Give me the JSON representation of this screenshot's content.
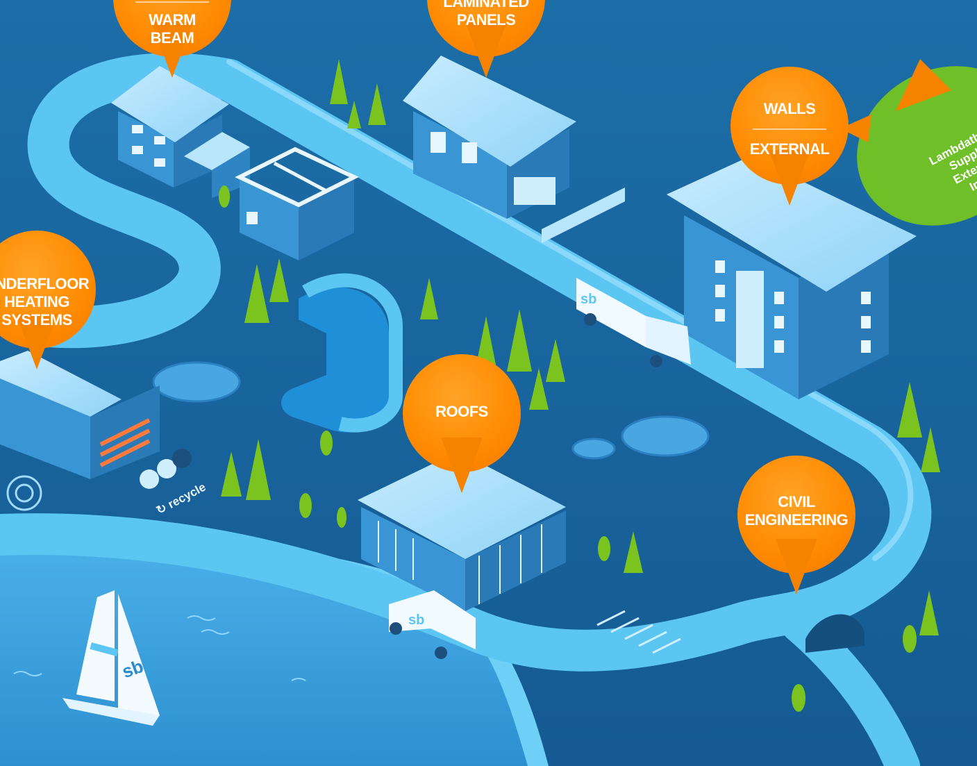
{
  "pins": {
    "warm_beam": {
      "line1": "WARM",
      "line2": "BEAM"
    },
    "laminated_panels": {
      "line1": "LAMINATED",
      "line2": "PANELS"
    },
    "walls_external": {
      "line1": "WALLS",
      "line2": "EXTERNAL"
    },
    "underfloor_heating": {
      "line1": "UNDERFLOOR",
      "line2": "HEATING",
      "line3": "SYSTEMS"
    },
    "roofs": {
      "line1": "ROOFS"
    },
    "civil_engineering": {
      "line1": "CIVIL",
      "line2": "ENGINEERING"
    }
  },
  "blimp": {
    "line1": "Lambdatherm",
    "line2": "Supplies",
    "line3": "External",
    "line4": "Insulation"
  },
  "recycle": {
    "label": "recycle"
  },
  "brand": {
    "logo": "sb",
    "truck_text": "sb",
    "sail_text": "sb"
  },
  "colors": {
    "background": "#1b6aa6",
    "road": "#5cc6f2",
    "pin": "#ff8a00",
    "tree": "#7bc41f",
    "water": "#3a9fde"
  },
  "icons": [
    "map-pin-icon",
    "tree-icon",
    "truck-icon",
    "sailboat-icon",
    "blimp-icon",
    "recycle-icon",
    "sb-logo-icon"
  ]
}
